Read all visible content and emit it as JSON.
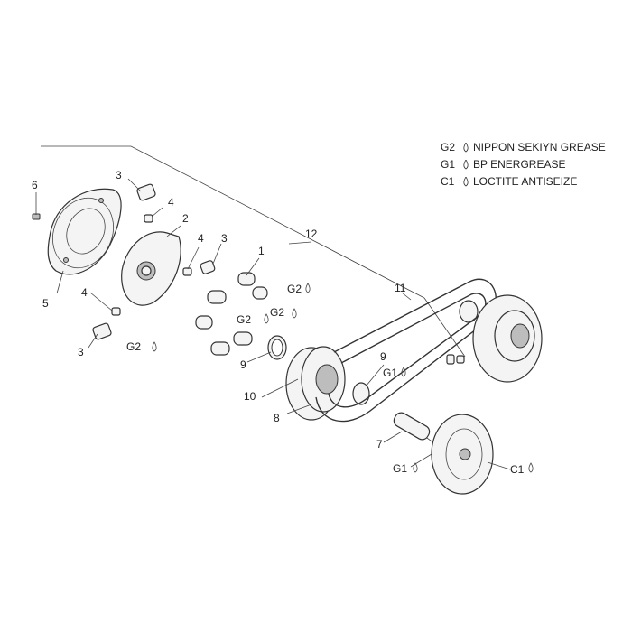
{
  "legend": [
    {
      "code": "G2",
      "text": "NIPPON SEKIYN GREASE"
    },
    {
      "code": "G1",
      "text": "BP ENERGREASE"
    },
    {
      "code": "C1",
      "text": "LOCTITE ANTISEIZE"
    }
  ],
  "callouts": {
    "c6": "6",
    "c5": "5",
    "c3a": "3",
    "c4a": "4",
    "c2": "2",
    "c4b": "4",
    "c3b": "3",
    "c4c": "4",
    "c3c": "3",
    "c1": "1",
    "g2a": "G2",
    "g2b": "G2",
    "g2c": "G2",
    "g2d": "G2",
    "c12": "12",
    "c11": "11",
    "c9a": "9",
    "c9b": "9",
    "c10": "10",
    "c8": "8",
    "g1a": "G1",
    "c7": "7",
    "g1b": "G1",
    "c1b": "C1"
  }
}
